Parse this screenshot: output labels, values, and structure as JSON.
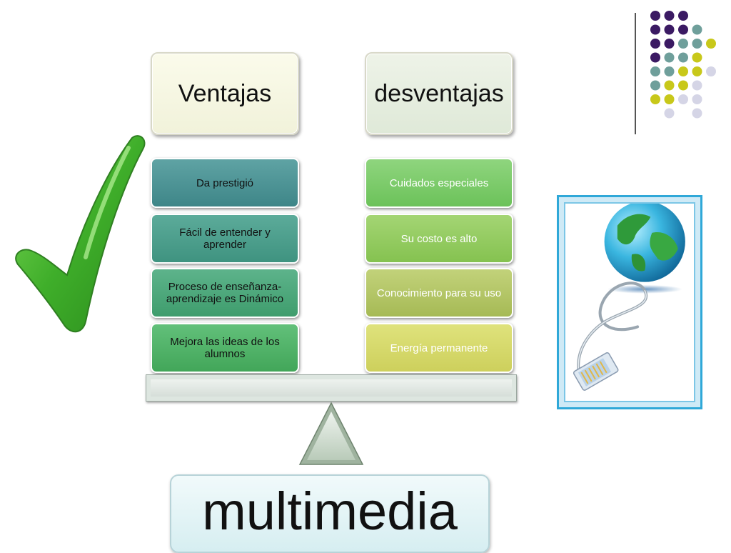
{
  "ventajas": {
    "title": "Ventajas",
    "items": [
      "Da prestigió",
      "Fácil de entender  y aprender",
      "Proceso de enseñanza-aprendizaje es Dinámico",
      "Mejora las ideas de los alumnos"
    ]
  },
  "desventajas": {
    "title": "desventajas",
    "items": [
      "Cuidados especiales",
      "Su costo es alto",
      "Conocimiento para su uso",
      "Energía permanente"
    ]
  },
  "center_label": "multimedia",
  "icons": {
    "checkmark": "green-checkmark-icon",
    "globe": "globe-with-network-cable-icon"
  },
  "colors": {
    "dot_purple": "#3b1a63",
    "dot_teal": "#6f9f9b",
    "dot_yellow": "#c8c81a",
    "dot_lavender": "#d5d5e6"
  }
}
